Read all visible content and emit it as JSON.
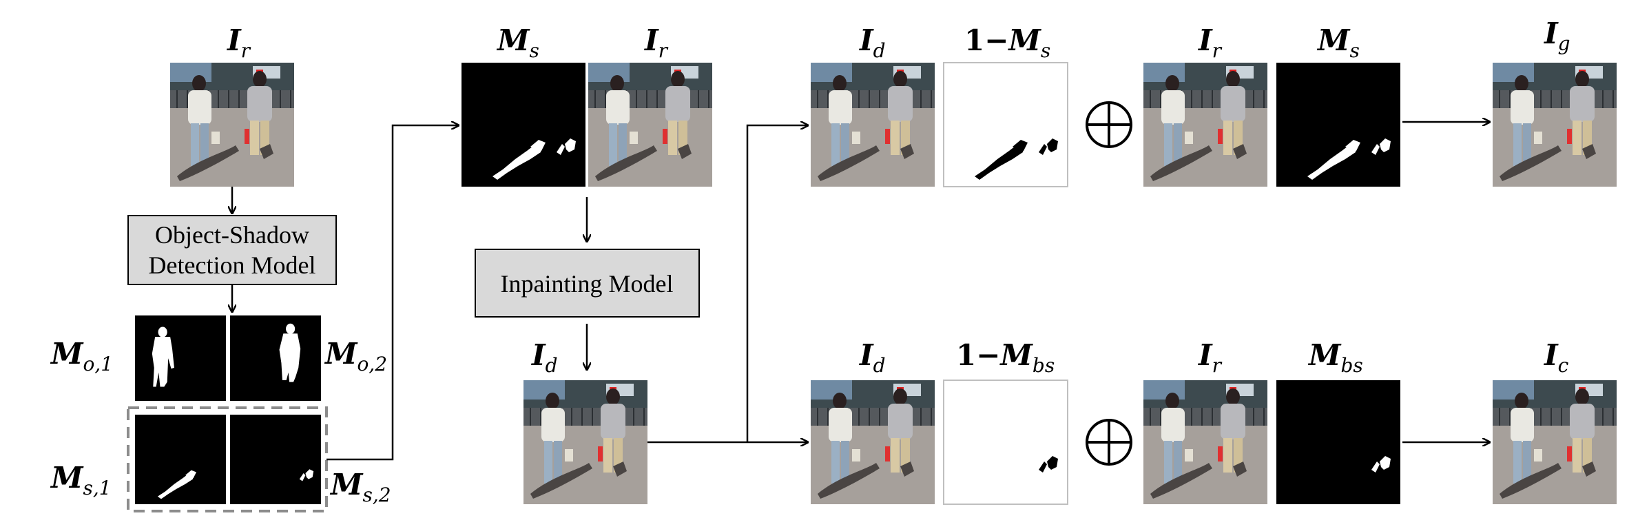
{
  "labels": {
    "ir": "I",
    "ir_sub": "r",
    "id": "I",
    "id_sub": "d",
    "ig": "I",
    "ig_sub": "g",
    "ic": "I",
    "ic_sub": "c",
    "ms": "M",
    "ms_sub": "s",
    "mbs": "M",
    "mbs_sub": "bs",
    "one_minus": "1−",
    "mo1": "M",
    "mo1_sub": "o,1",
    "mo2": "M",
    "mo2_sub": "o,2",
    "ms1": "M",
    "ms1_sub": "s,1",
    "ms2": "M",
    "ms2_sub": "s,2"
  },
  "boxes": {
    "detection_line1": "Object-Shadow",
    "detection_line2": "Detection Model",
    "inpainting": "Inpainting Model"
  },
  "operators": {
    "plus": "⊕"
  },
  "colors": {
    "box_fill": "#d9d9d9",
    "dashed_border": "#8c8c8c",
    "mask_black": "#000000",
    "mask_white": "#ffffff"
  }
}
